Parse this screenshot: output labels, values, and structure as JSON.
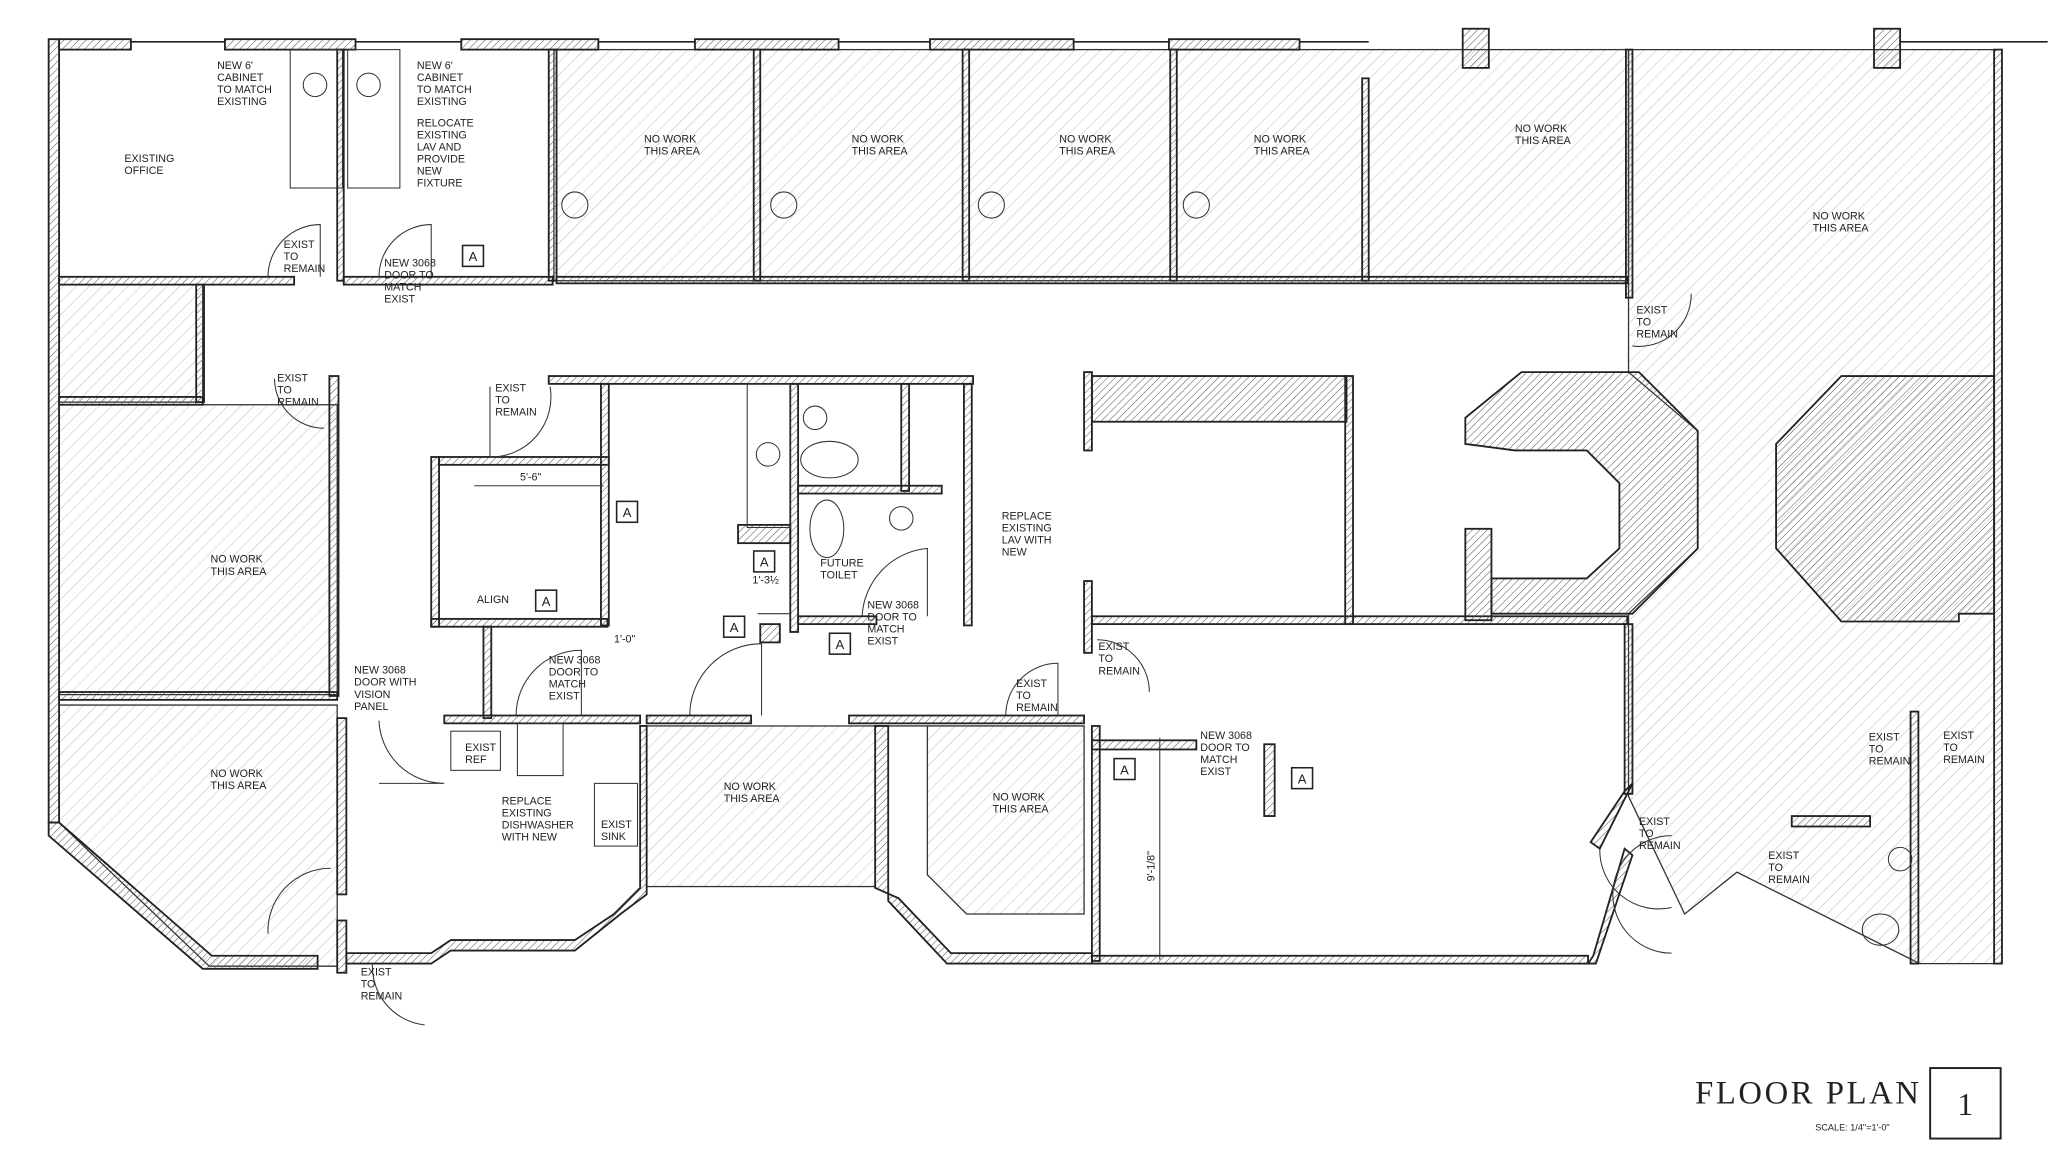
{
  "title_block": {
    "title": "FLOOR PLAN",
    "scale": "SCALE:  1/4\"=1'-0\"",
    "sheet_number": "1"
  },
  "colors": {
    "line": "#222222",
    "background": "#ffffff"
  },
  "labels": [
    {
      "id": "cab1",
      "lines": [
        "NEW 6'",
        "CABINET",
        "TO MATCH",
        "EXISTING"
      ]
    },
    {
      "id": "cab2",
      "lines": [
        "NEW 6'",
        "CABINET",
        "TO MATCH",
        "EXISTING"
      ]
    },
    {
      "id": "reloc",
      "lines": [
        "RELOCATE",
        "EXISTING",
        "LAV AND",
        "PROVIDE",
        "NEW",
        "FIXTURE"
      ]
    },
    {
      "id": "office",
      "lines": [
        "EXISTING",
        "OFFICE"
      ]
    },
    {
      "id": "er1",
      "lines": [
        "EXIST",
        "TO",
        "REMAIN"
      ]
    },
    {
      "id": "nd1",
      "lines": [
        "NEW 3068",
        "DOOR TO",
        "MATCH",
        "EXIST"
      ]
    },
    {
      "id": "nw1",
      "lines": [
        "NO WORK",
        "THIS AREA"
      ]
    },
    {
      "id": "nw2",
      "lines": [
        "NO WORK",
        "THIS AREA"
      ]
    },
    {
      "id": "nw3",
      "lines": [
        "NO WORK",
        "THIS AREA"
      ]
    },
    {
      "id": "nw4",
      "lines": [
        "NO WORK",
        "THIS AREA"
      ]
    },
    {
      "id": "nw5",
      "lines": [
        "NO WORK",
        "THIS AREA"
      ]
    },
    {
      "id": "nw6",
      "lines": [
        "NO WORK",
        "THIS AREA"
      ]
    },
    {
      "id": "nw7",
      "lines": [
        "NO WORK",
        "THIS AREA"
      ]
    },
    {
      "id": "nw8",
      "lines": [
        "NO WORK",
        "THIS AREA"
      ]
    },
    {
      "id": "nw9",
      "lines": [
        "NO WORK",
        "THIS AREA"
      ]
    },
    {
      "id": "nw10",
      "lines": [
        "NO WORK",
        "THIS AREA"
      ]
    },
    {
      "id": "er2",
      "lines": [
        "EXIST",
        "TO",
        "REMAIN"
      ]
    },
    {
      "id": "er3",
      "lines": [
        "EXIST",
        "TO",
        "REMAIN"
      ]
    },
    {
      "id": "er4",
      "lines": [
        "EXIST",
        "TO",
        "REMAIN"
      ]
    },
    {
      "id": "er5",
      "lines": [
        "EXIST",
        "TO",
        "REMAIN"
      ]
    },
    {
      "id": "er6",
      "lines": [
        "EXIST",
        "TO",
        "REMAIN"
      ]
    },
    {
      "id": "er7",
      "lines": [
        "EXIST",
        "TO",
        "REMAIN"
      ]
    },
    {
      "id": "er8",
      "lines": [
        "EXIST",
        "TO",
        "REMAIN"
      ]
    },
    {
      "id": "er9",
      "lines": [
        "EXIST",
        "TO",
        "REMAIN"
      ]
    },
    {
      "id": "er10",
      "lines": [
        "EXIST",
        "TO",
        "REMAIN"
      ]
    },
    {
      "id": "er11",
      "lines": [
        "EXIST",
        "TO",
        "REMAIN"
      ]
    },
    {
      "id": "align",
      "lines": [
        "ALIGN"
      ]
    },
    {
      "id": "dim1",
      "lines": [
        "5'-6\""
      ]
    },
    {
      "id": "dim2",
      "lines": [
        "1'-0\""
      ]
    },
    {
      "id": "dim3",
      "lines": [
        "1'-3½"
      ]
    },
    {
      "id": "ftoilet",
      "lines": [
        "FUTURE",
        "TOILET"
      ]
    },
    {
      "id": "replav",
      "lines": [
        "REPLACE",
        "EXISTING",
        "LAV WITH",
        "NEW"
      ]
    },
    {
      "id": "nd2",
      "lines": [
        "NEW 3068",
        "DOOR TO",
        "MATCH",
        "EXIST"
      ]
    },
    {
      "id": "nd3",
      "lines": [
        "NEW 3068",
        "DOOR TO",
        "MATCH",
        "EXIST"
      ]
    },
    {
      "id": "nd4",
      "lines": [
        "NEW 3068",
        "DOOR TO",
        "MATCH",
        "EXIST"
      ]
    },
    {
      "id": "ndv",
      "lines": [
        "NEW 3068",
        "DOOR WITH",
        "VISION",
        "PANEL"
      ]
    },
    {
      "id": "ref",
      "lines": [
        "EXIST",
        "REF"
      ]
    },
    {
      "id": "dish",
      "lines": [
        "REPLACE",
        "EXISTING",
        "DISHWASHER",
        "WITH NEW"
      ]
    },
    {
      "id": "sink",
      "lines": [
        "EXIST",
        "SINK"
      ]
    }
  ],
  "vertical_dimension": "9'-1/8\"",
  "section_tags": [
    "A",
    "A",
    "A",
    "A",
    "A",
    "A",
    "A",
    "A"
  ]
}
